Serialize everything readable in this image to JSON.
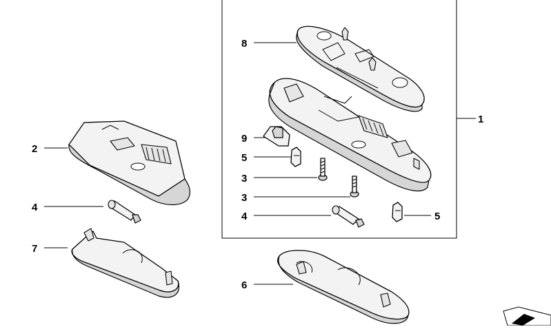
{
  "callouts": {
    "c1": "1",
    "c2": "2",
    "c3a": "3",
    "c3b": "3",
    "c4a": "4",
    "c4b": "4",
    "c5a": "5",
    "c5b": "5",
    "c6": "6",
    "c7": "7",
    "c8": "8",
    "c9": "9"
  }
}
